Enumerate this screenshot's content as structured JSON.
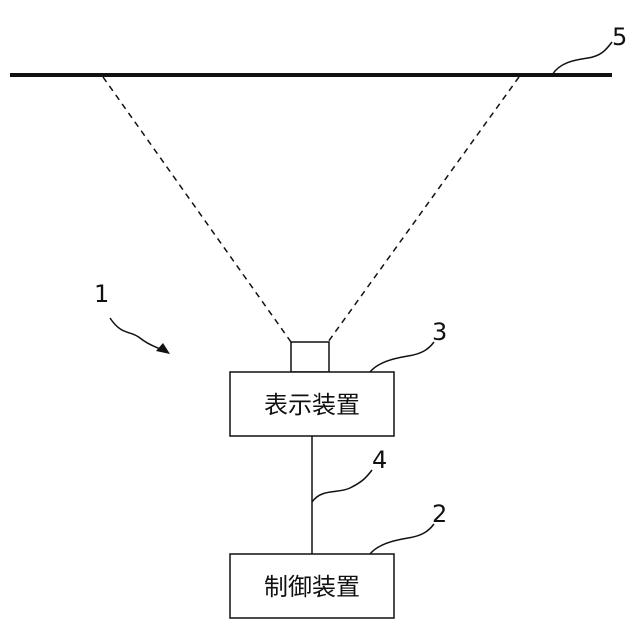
{
  "diagram": {
    "screen": {
      "ref": "5"
    },
    "system": {
      "ref": "1"
    },
    "display_device": {
      "label": "表示装置",
      "ref": "3"
    },
    "connection": {
      "ref": "4"
    },
    "control_device": {
      "label": "制御装置",
      "ref": "2"
    }
  }
}
